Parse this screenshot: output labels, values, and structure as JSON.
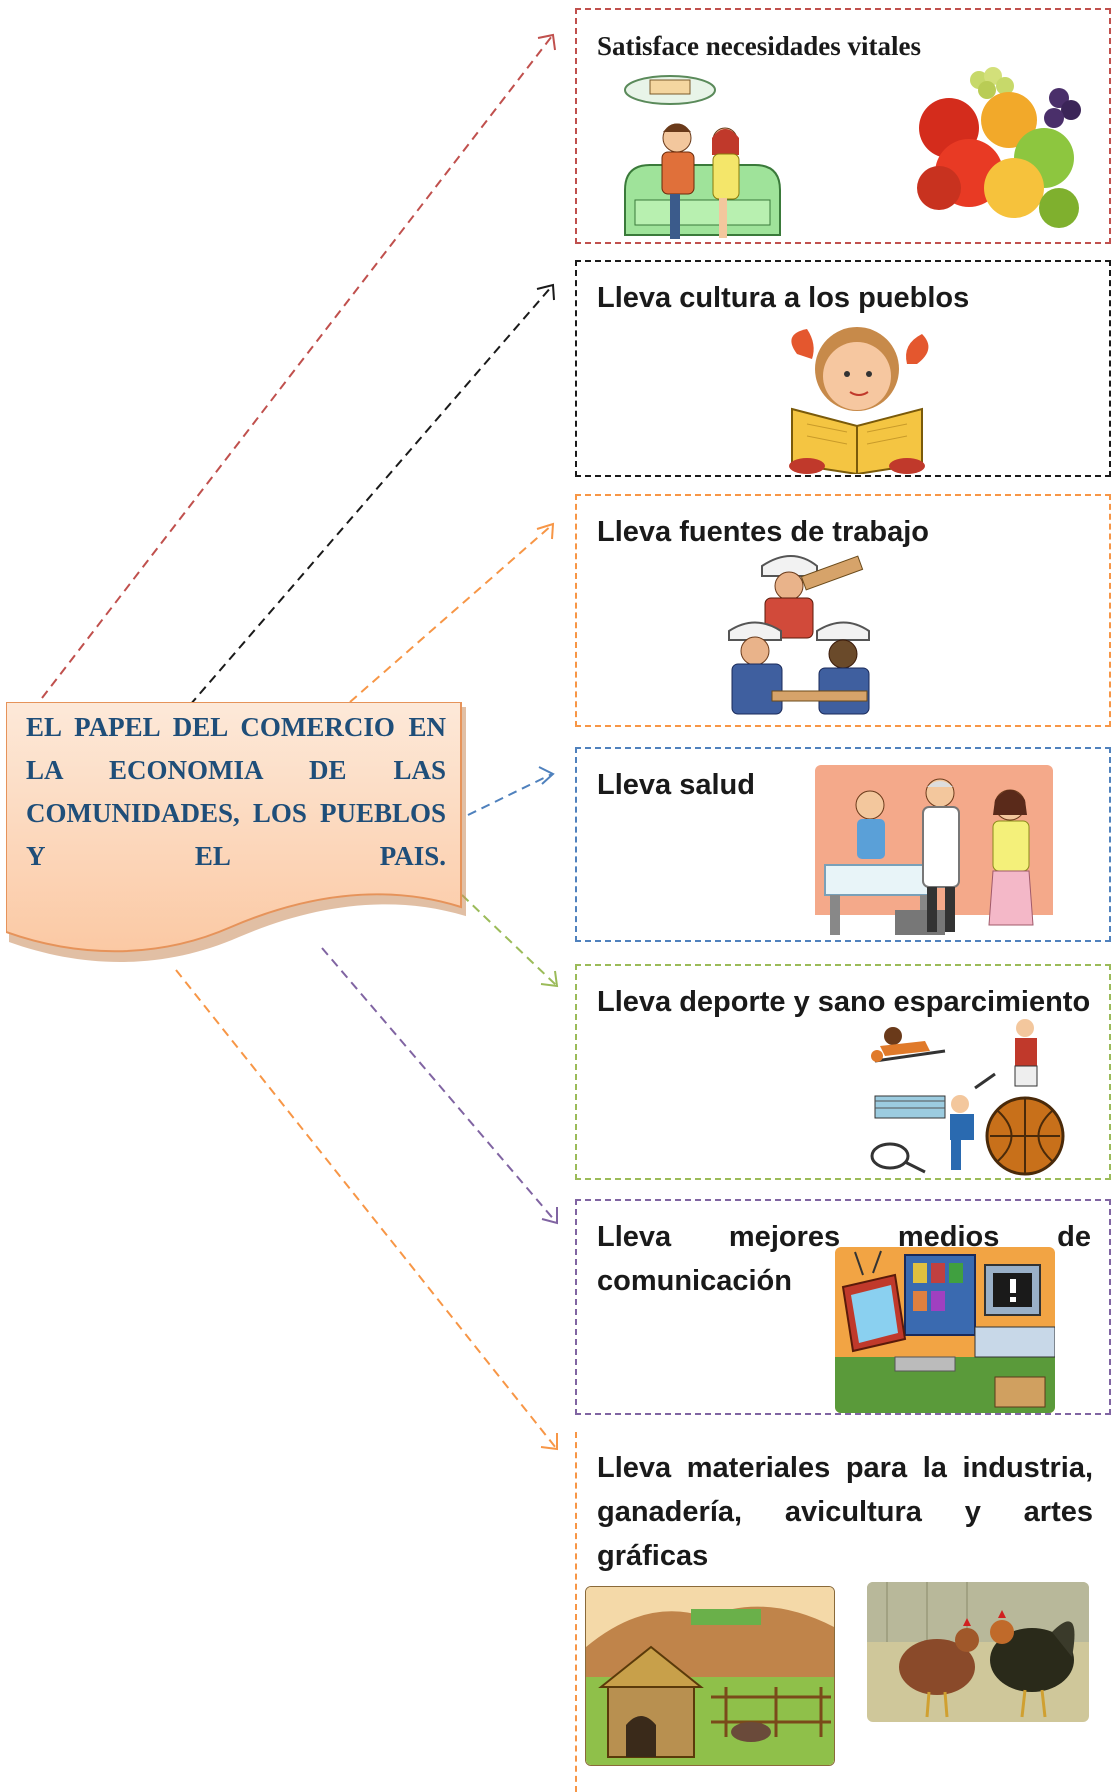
{
  "central_title": "EL PAPEL DEL COMERCIO EN LA ECONOMIA DE LAS COMUNIDADES, LOS PUEBLOS Y EL PAIS.",
  "items": [
    {
      "label": "Satisface necesidades vitales",
      "color": "#c0504d",
      "icons": [
        "couple-on-sofa-icon",
        "fruit-basket-icon"
      ]
    },
    {
      "label": "Lleva cultura a los pueblos",
      "color": "#1a1a1a",
      "icons": [
        "girl-reading-book-icon"
      ]
    },
    {
      "label": "Lleva fuentes de trabajo",
      "color": "#f79646",
      "icons": [
        "construction-workers-icon"
      ]
    },
    {
      "label": "Lleva salud",
      "color": "#4f81bd",
      "icons": [
        "doctor-patient-icon"
      ]
    },
    {
      "label": "Lleva deporte y sano esparcimiento",
      "color": "#9bbb59",
      "icons": [
        "sports-players-icon"
      ]
    },
    {
      "label": "Lleva mejores medios de comunicación",
      "color": "#8064a2",
      "icons": [
        "computer-office-icon"
      ]
    },
    {
      "label": "Lleva materiales para la industria, ganadería, avicultura y artes gráficas",
      "color": "#f79646",
      "icons": [
        "farm-hut-icon",
        "roosters-icon"
      ]
    }
  ]
}
